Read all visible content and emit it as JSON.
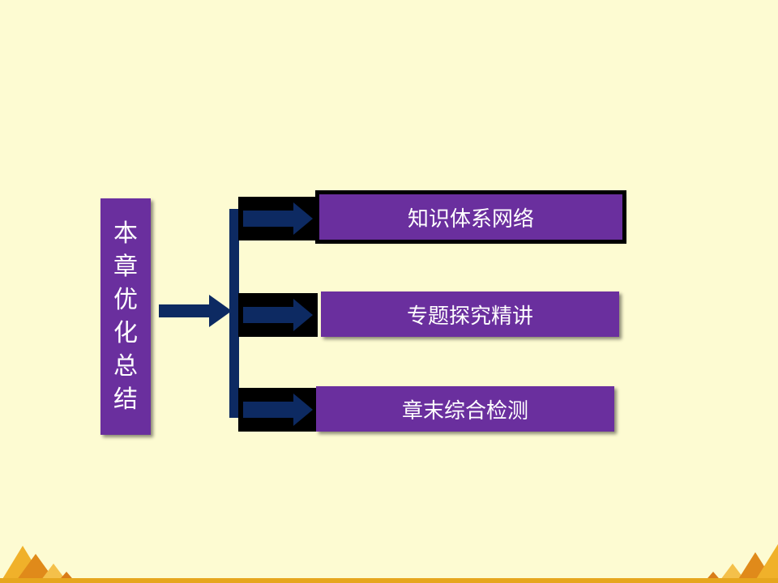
{
  "diagram": {
    "title": "本章优化总结",
    "branches": [
      {
        "label": "知识体系网络"
      },
      {
        "label": "专题探究精讲"
      },
      {
        "label": "章末综合检测"
      }
    ],
    "colors": {
      "background": "#fdfbd2",
      "box": "#6a2f9e",
      "arrow": "#0d2a62",
      "accent": "#e6a61e"
    }
  }
}
